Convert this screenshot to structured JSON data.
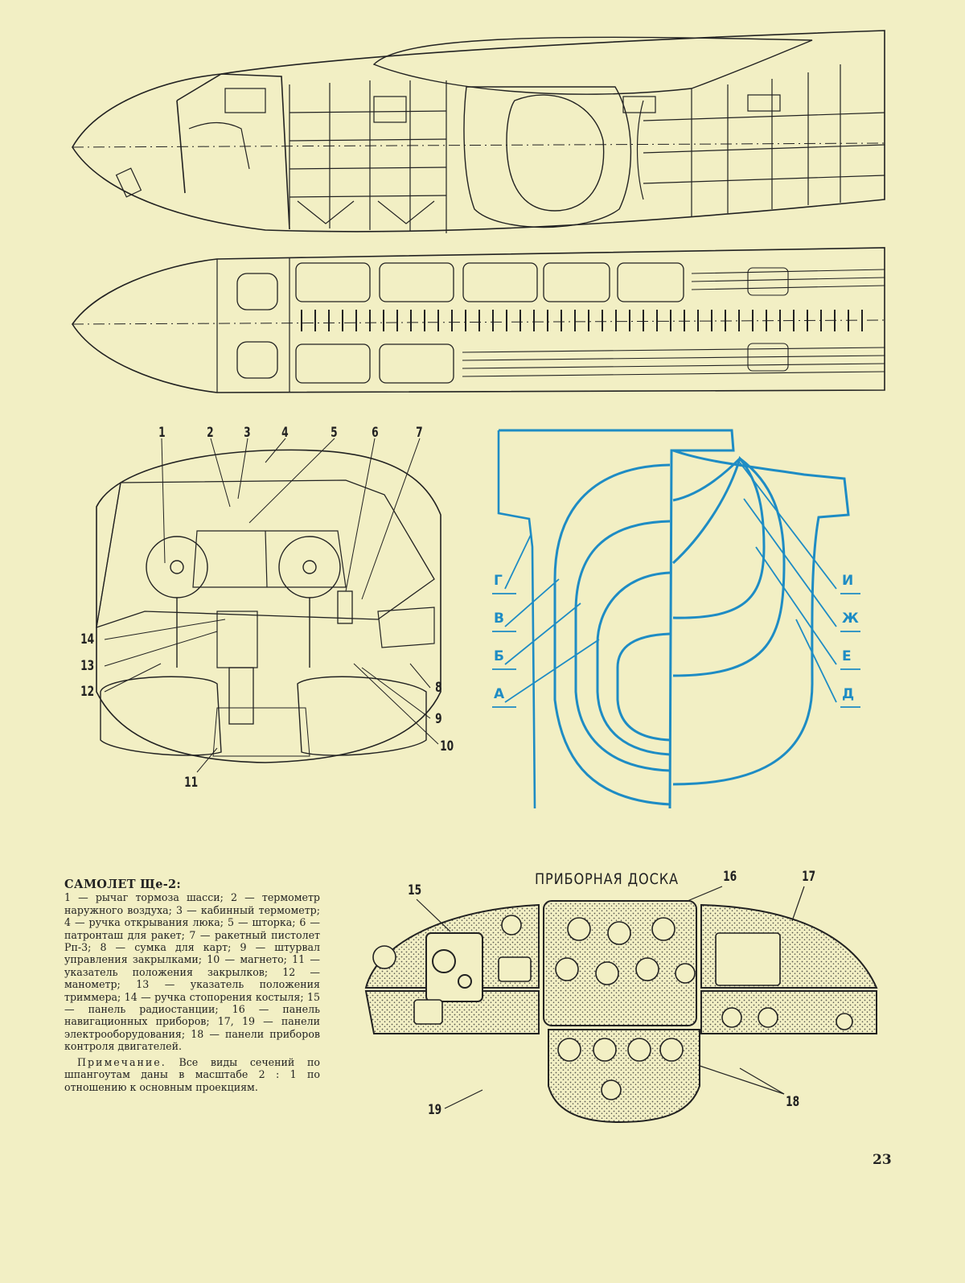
{
  "callouts": {
    "n1": "1",
    "n2": "2",
    "n3": "3",
    "n4": "4",
    "n5": "5",
    "n6": "6",
    "n7": "7",
    "n8": "8",
    "n9": "9",
    "n10": "10",
    "n11": "11",
    "n12": "12",
    "n13": "13",
    "n14": "14",
    "n15": "15",
    "n16": "16",
    "n17": "17",
    "n18": "18",
    "n19": "19"
  },
  "section_labels": {
    "g": "Г",
    "v": "В",
    "b": "Б",
    "a": "А",
    "i": "И",
    "zh": "Ж",
    "e": "Е",
    "d": "Д"
  },
  "colors": {
    "paper": "#f2efc4",
    "ink": "#222222",
    "section_blue": "#1e8cc4",
    "panel_stipple": "#6b6a5e"
  },
  "panel_title": "ПРИБОРНАЯ ДОСКА",
  "caption": {
    "title": "САМОЛЕТ Ще-2:",
    "body": "1 — рычаг тормоза шасси; 2 — термометр наружного воздуха; 3 — кабинный термометр; 4 — ручка открывания люка; 5 — шторка; 6 — патронташ для ракет; 7 — ракетный пистолет Рп-3; 8 — сумка для карт; 9 — штурвал управления закрылками; 10 — магнето; 11 — указатель положения закрылков; 12 — манометр; 13 — указатель положения триммера; 14 — ручка стопорения костыля; 15 — панель радиостанции; 16 — панель навигационных приборов; 17, 19 — панели электрооборудования; 18 — панели приборов контроля двигателей.",
    "note_head": "Примечание.",
    "note_body": "Все виды сечений по шпангоутам даны в масштабе 2 : 1 по отношению к основным проекциям."
  },
  "page_number": "23"
}
